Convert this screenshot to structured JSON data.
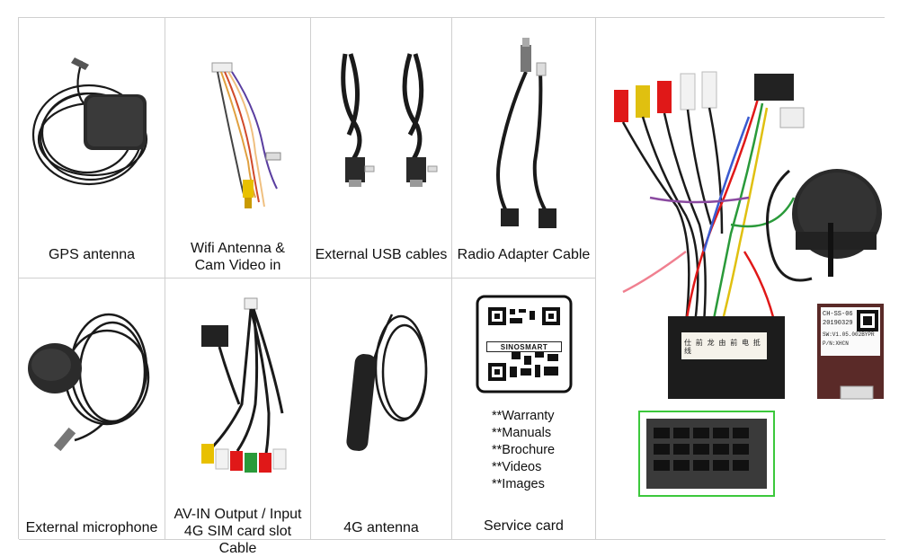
{
  "items": [
    {
      "caption": [
        "GPS antenna"
      ]
    },
    {
      "caption": [
        "Wifi Antenna &",
        "Cam Video in"
      ]
    },
    {
      "caption": [
        "External USB cables"
      ]
    },
    {
      "caption": [
        "Radio Adapter Cable"
      ]
    },
    {
      "caption": [
        "External microphone"
      ]
    },
    {
      "caption": [
        "AV-IN Output / Input",
        "4G SIM card slot Cable"
      ]
    },
    {
      "caption": [
        "4G antenna"
      ]
    },
    {
      "caption": [
        "Service card"
      ]
    }
  ],
  "service_card": {
    "brand": "SINOSMART",
    "list": [
      "**Warranty",
      "**Manuals",
      "**Brochure",
      "**Videos",
      "**Images"
    ]
  },
  "decoder_label": {
    "line1": "CH-SS-06",
    "line2": "20190329",
    "line3": "SW:V1.05.002BYPR",
    "line4": "P/N:XHCN"
  },
  "connector_label": "仕 前 龙 由 前 电 抵 线",
  "colors": {
    "border": "#cfcfcf",
    "cable": "#1a1a1a",
    "highlight": "#3cc83c"
  }
}
